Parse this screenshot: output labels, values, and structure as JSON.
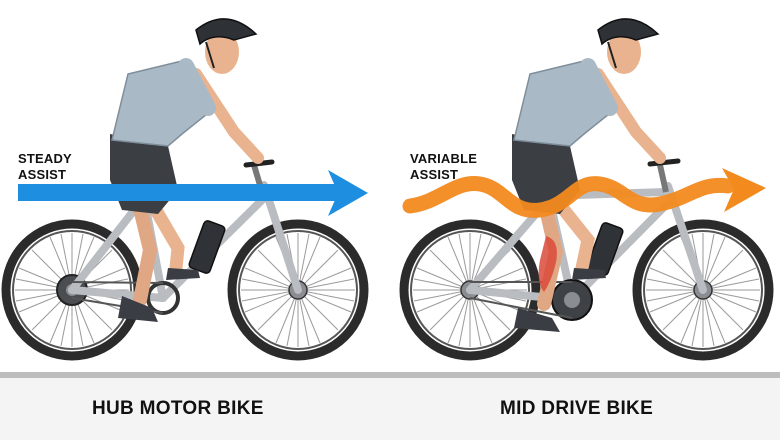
{
  "panels": {
    "hub": {
      "assist_line1": "STEADY",
      "assist_line2": "ASSIST",
      "title": "HUB MOTOR BIKE"
    },
    "mid": {
      "assist_line1": "VARIABLE",
      "assist_line2": "ASSIST",
      "title": "MID DRIVE BIKE"
    }
  },
  "colors": {
    "steady_arrow": "#1e8fe0",
    "variable_arrow": "#f28a1e",
    "muscle_highlight": "#d94a3a",
    "frame": "#b9bcc0",
    "jersey": "#aab9c6",
    "shorts": "#3b3e43",
    "skin": "#e8b38e",
    "ground": "#cfcfcf"
  },
  "icons": [
    "cyclist",
    "bicycle",
    "hub-motor-icon",
    "mid-drive-motor-icon",
    "battery-icon"
  ]
}
